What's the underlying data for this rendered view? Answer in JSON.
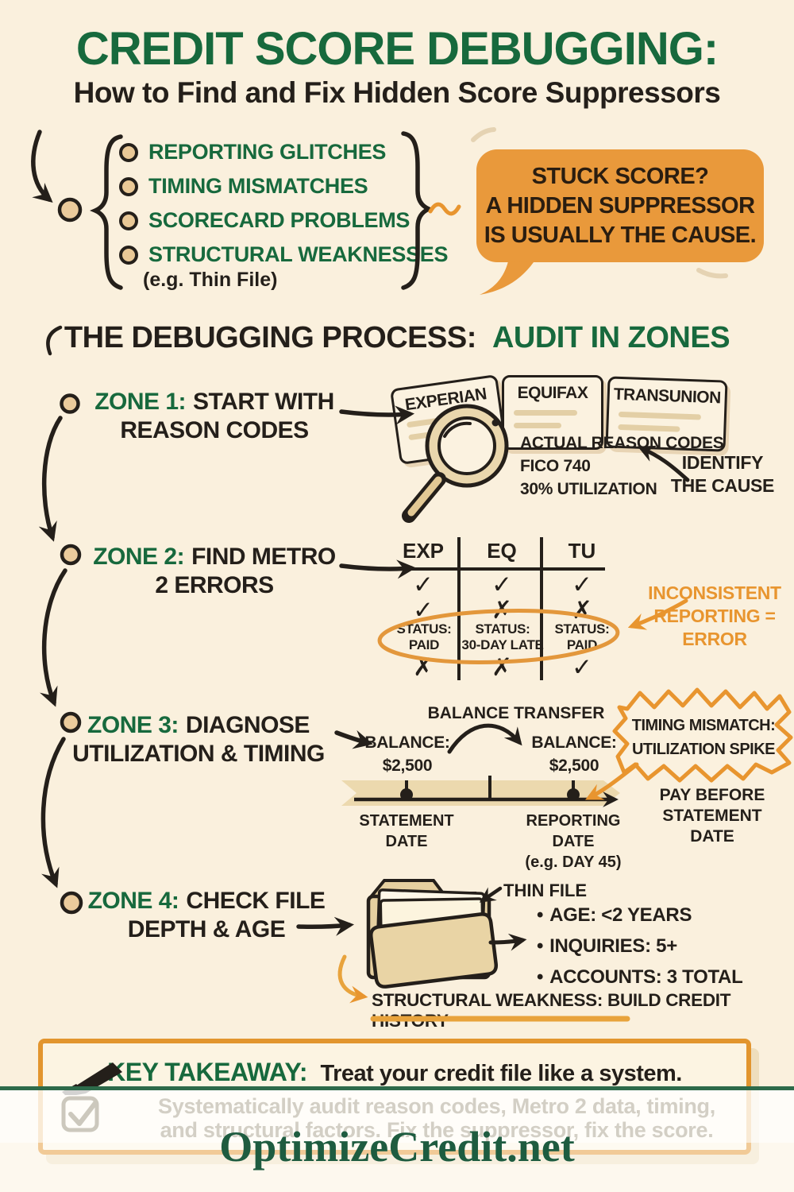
{
  "header": {
    "title": "CREDIT SCORE DEBUGGING:",
    "subtitle": "How to Find and Fix Hidden Score Suppressors"
  },
  "intro": {
    "bullets": [
      "REPORTING GLITCHES",
      "TIMING MISMATCHES",
      "SCORECARD PROBLEMS",
      "STRUCTURAL WEAKNESSES"
    ],
    "bullet_note": "(e.g. Thin File)",
    "bubble": {
      "line1": "STUCK SCORE?",
      "line2": "A HIDDEN SUPPRESSOR",
      "line3": "IS USUALLY THE CAUSE."
    }
  },
  "process_heading": {
    "black": "THE DEBUGGING PROCESS:",
    "green": "AUDIT IN ZONES"
  },
  "zone1": {
    "green": "ZONE 1:",
    "rest": "START WITH",
    "line2": "REASON CODES",
    "cards": [
      "EXPERIAN",
      "EQUIFAX",
      "TRANSUNION"
    ],
    "codes": [
      "ACTUAL REASON CODES",
      "FICO 740",
      "30% UTILIZATION"
    ],
    "identify_line1": "IDENTIFY",
    "identify_line2": "THE CAUSE"
  },
  "zone2": {
    "green": "ZONE 2:",
    "rest": "FIND METRO",
    "line2": "2 ERRORS",
    "table": {
      "headers": [
        "EXP",
        "EQ",
        "TU"
      ],
      "marks": [
        [
          "✓",
          "✓",
          "✓"
        ],
        [
          "✓",
          "✗",
          "✗"
        ],
        [
          "✗",
          "✗",
          "✓"
        ]
      ],
      "status": [
        [
          "STATUS:",
          "PAID"
        ],
        [
          "STATUS:",
          "30-DAY LATE"
        ],
        [
          "STATUS:",
          "PAID"
        ]
      ]
    },
    "callout_line1": "INCONSISTENT",
    "callout_line2": "REPORTING =",
    "callout_line3": "ERROR"
  },
  "zone3": {
    "green": "ZONE 3:",
    "rest": "DIAGNOSE",
    "line2": "UTILIZATION & TIMING",
    "transfer_label": "BALANCE TRANSFER",
    "balance_left": {
      "label": "BALANCE:",
      "value": "$2,500"
    },
    "balance_right": {
      "label": "BALANCE:",
      "value": "$2,500"
    },
    "statement": [
      "STATEMENT",
      "DATE"
    ],
    "reporting": [
      "REPORTING",
      "DATE",
      "(e.g. DAY 45)"
    ],
    "starburst_line1": "TIMING MISMATCH:",
    "starburst_line2": "UTILIZATION SPIKE",
    "pay_line1": "PAY BEFORE",
    "pay_line2": "STATEMENT DATE"
  },
  "zone4": {
    "green": "ZONE 4:",
    "rest": "CHECK FILE",
    "line2": "DEPTH & AGE",
    "thin_file": "THIN FILE",
    "bullet_marker": "•",
    "bullets": [
      "AGE: <2 YEARS",
      "INQUIRIES: 5+",
      "ACCOUNTS: 3 TOTAL"
    ],
    "weakness": "STRUCTURAL WEAKNESS: BUILD CREDIT HISTORY"
  },
  "takeaway": {
    "label": "KEY TAKEAWAY:",
    "text": "Treat your credit file like a system.",
    "faded_line1": "Systematically audit reason codes, Metro 2 data, timing,",
    "faded_line2": "and structural factors. Fix the suppressor, fix the score.",
    "site": "OptimizeCredit.net"
  },
  "colors": {
    "green": "#17693D",
    "orange": "#E8973A",
    "cream": "#FAF0DD",
    "ink": "#241F1A"
  }
}
